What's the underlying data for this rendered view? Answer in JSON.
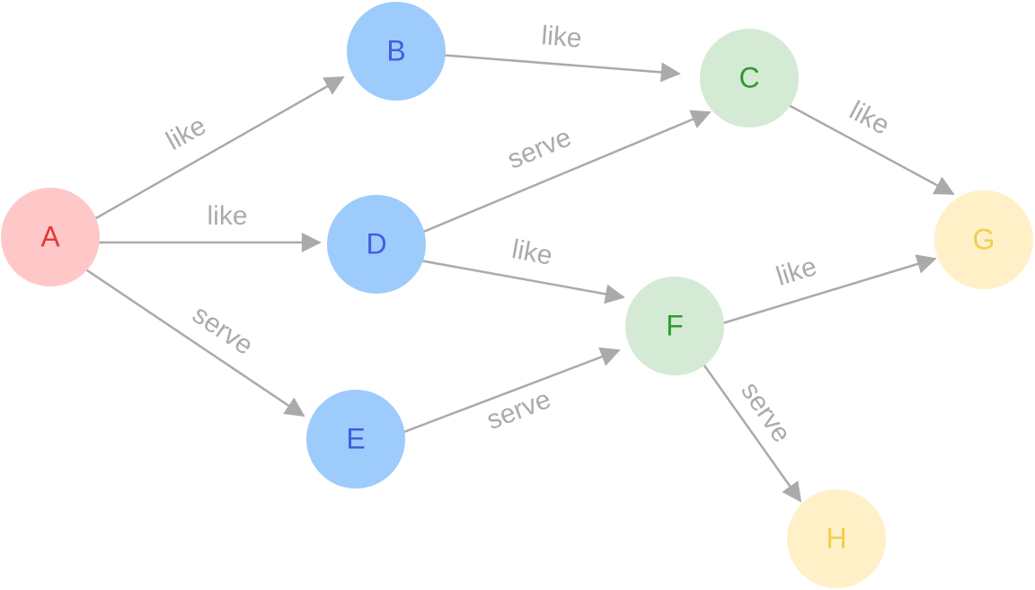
{
  "nodes": [
    {
      "id": "A",
      "label": "A",
      "fill": "#ffc8c8",
      "text_color": "#e03a3a"
    },
    {
      "id": "B",
      "label": "B",
      "fill": "#9dcbfb",
      "text_color": "#3e5fdd"
    },
    {
      "id": "C",
      "label": "C",
      "fill": "#d5ead4",
      "text_color": "#2f9a2f"
    },
    {
      "id": "D",
      "label": "D",
      "fill": "#9dcbfb",
      "text_color": "#3e5fdd"
    },
    {
      "id": "E",
      "label": "E",
      "fill": "#9dcbfb",
      "text_color": "#3e5fdd"
    },
    {
      "id": "F",
      "label": "F",
      "fill": "#d5ead4",
      "text_color": "#2f9a2f"
    },
    {
      "id": "G",
      "label": "G",
      "fill": "#fff0c8",
      "text_color": "#f0cf4e"
    },
    {
      "id": "H",
      "label": "H",
      "fill": "#fff0c8",
      "text_color": "#f0cf4e"
    }
  ],
  "edges": [
    {
      "from": "A",
      "to": "B",
      "label": "like"
    },
    {
      "from": "A",
      "to": "D",
      "label": "like"
    },
    {
      "from": "A",
      "to": "E",
      "label": "serve"
    },
    {
      "from": "B",
      "to": "C",
      "label": "like"
    },
    {
      "from": "D",
      "to": "C",
      "label": "serve"
    },
    {
      "from": "D",
      "to": "F",
      "label": "like"
    },
    {
      "from": "E",
      "to": "F",
      "label": "serve"
    },
    {
      "from": "C",
      "to": "G",
      "label": "like"
    },
    {
      "from": "F",
      "to": "G",
      "label": "like"
    },
    {
      "from": "F",
      "to": "H",
      "label": "serve"
    }
  ],
  "colors": {
    "edge": "#aaaaaa",
    "edge_label": "#ababab",
    "background": "#ffffff"
  }
}
